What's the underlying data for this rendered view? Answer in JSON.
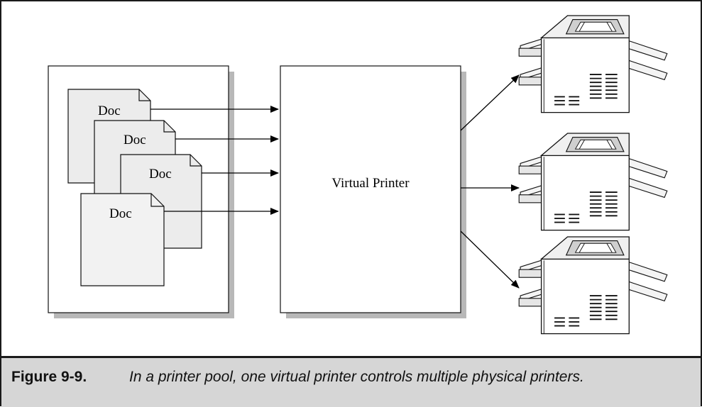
{
  "documents": [
    {
      "label": "Doc"
    },
    {
      "label": "Doc"
    },
    {
      "label": "Doc"
    },
    {
      "label": "Doc"
    }
  ],
  "virtual_printer": {
    "label": "Virtual Printer"
  },
  "physical_printers": [
    {
      "icon": "printer-icon"
    },
    {
      "icon": "printer-icon"
    },
    {
      "icon": "printer-icon"
    }
  ],
  "caption": {
    "figure_number": "Figure 9-9.",
    "text": "In a printer pool, one virtual printer controls multiple physical printers."
  }
}
